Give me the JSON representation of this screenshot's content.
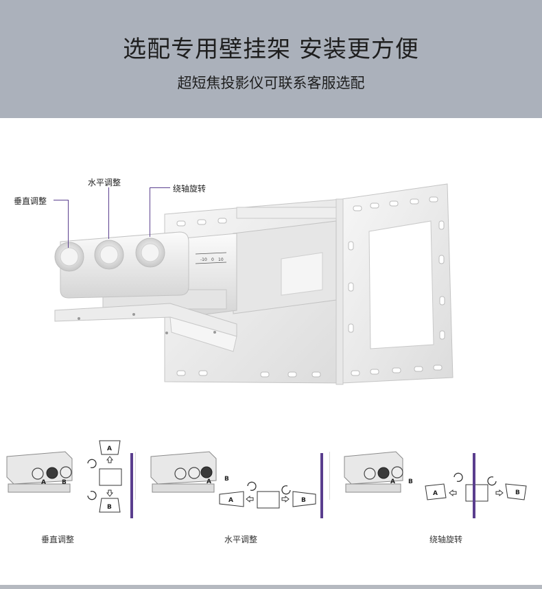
{
  "header": {
    "title": "选配专用壁挂架 安装更方便",
    "subtitle": "超短焦投影仪可联系客服选配"
  },
  "main_image": {
    "labels": {
      "vertical": "垂直调整",
      "horizontal": "水平调整",
      "rotate": "绕轴旋转"
    },
    "scale_marks": [
      "-10",
      "0",
      "10"
    ]
  },
  "diagrams": [
    {
      "caption": "垂直调整",
      "knob_a": "A",
      "knob_b": "B",
      "screen_a": "A",
      "screen_b": "B"
    },
    {
      "caption": "水平调整",
      "knob_a": "A",
      "knob_b": "B",
      "screen_a": "A",
      "screen_b": "B"
    },
    {
      "caption": "绕轴旋转",
      "knob_a": "A",
      "knob_b": "B",
      "screen_a": "A",
      "screen_b": "B"
    }
  ],
  "colors": {
    "header_bg": "#abb1bb",
    "callout_line": "#5a3e8e",
    "mount_white": "#f2f2f2"
  }
}
